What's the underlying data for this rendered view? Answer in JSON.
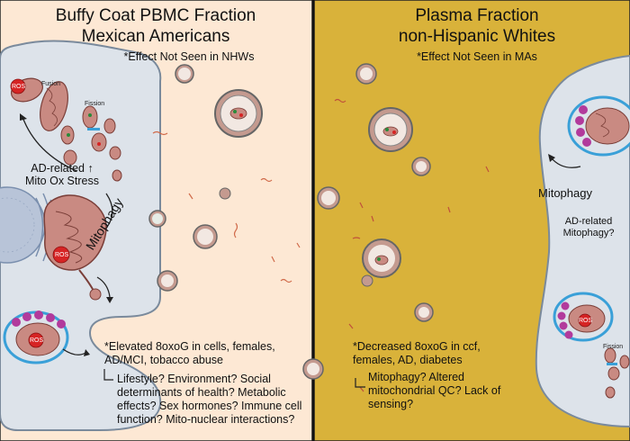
{
  "left_panel": {
    "title_line1": "Buffy Coat PBMC Fraction",
    "title_line2": "Mexican Americans",
    "note": "*Effect Not Seen in NHWs",
    "label_fusion": "Fusion",
    "label_fission": "Fission",
    "label_ros_1": "ROS",
    "label_ros_2": "ROS",
    "label_ros_3": "ROS",
    "stress_line1": "AD-related ↑",
    "stress_line2": "Mito Ox Stress",
    "mitophagy": "Mitophagy",
    "finding": "*Elevated 8oxoG in cells, females, AD/MCI, tobacco abuse",
    "questions": "Lifestyle? Environment? Social determinants of health? Metabolic effects? Sex hormones? Immune cell function? Mito-nuclear interactions?"
  },
  "right_panel": {
    "title_line1": "Plasma Fraction",
    "title_line2": "non-Hispanic Whites",
    "note": "*Effect Not Seen in MAs",
    "mitophagy": "Mitophagy",
    "mitophagy_q_line1": "AD-related",
    "mitophagy_q_line2": "Mitophagy?",
    "label_ros": "ROS",
    "label_fission": "Fission",
    "finding": "*Decreased 8oxoG in ccf, females, AD, diabetes",
    "questions": "Mitophagy? Altered mitochondrial QC? Lack of sensing?"
  },
  "colors": {
    "left_bg": "#fde8d4",
    "right_bg": "#d9b23a",
    "cell_fill": "#dde3ea",
    "mito_fill": "#c98a82",
    "ros_red": "#d62424",
    "vesicle_fill": "#c49a8f"
  }
}
